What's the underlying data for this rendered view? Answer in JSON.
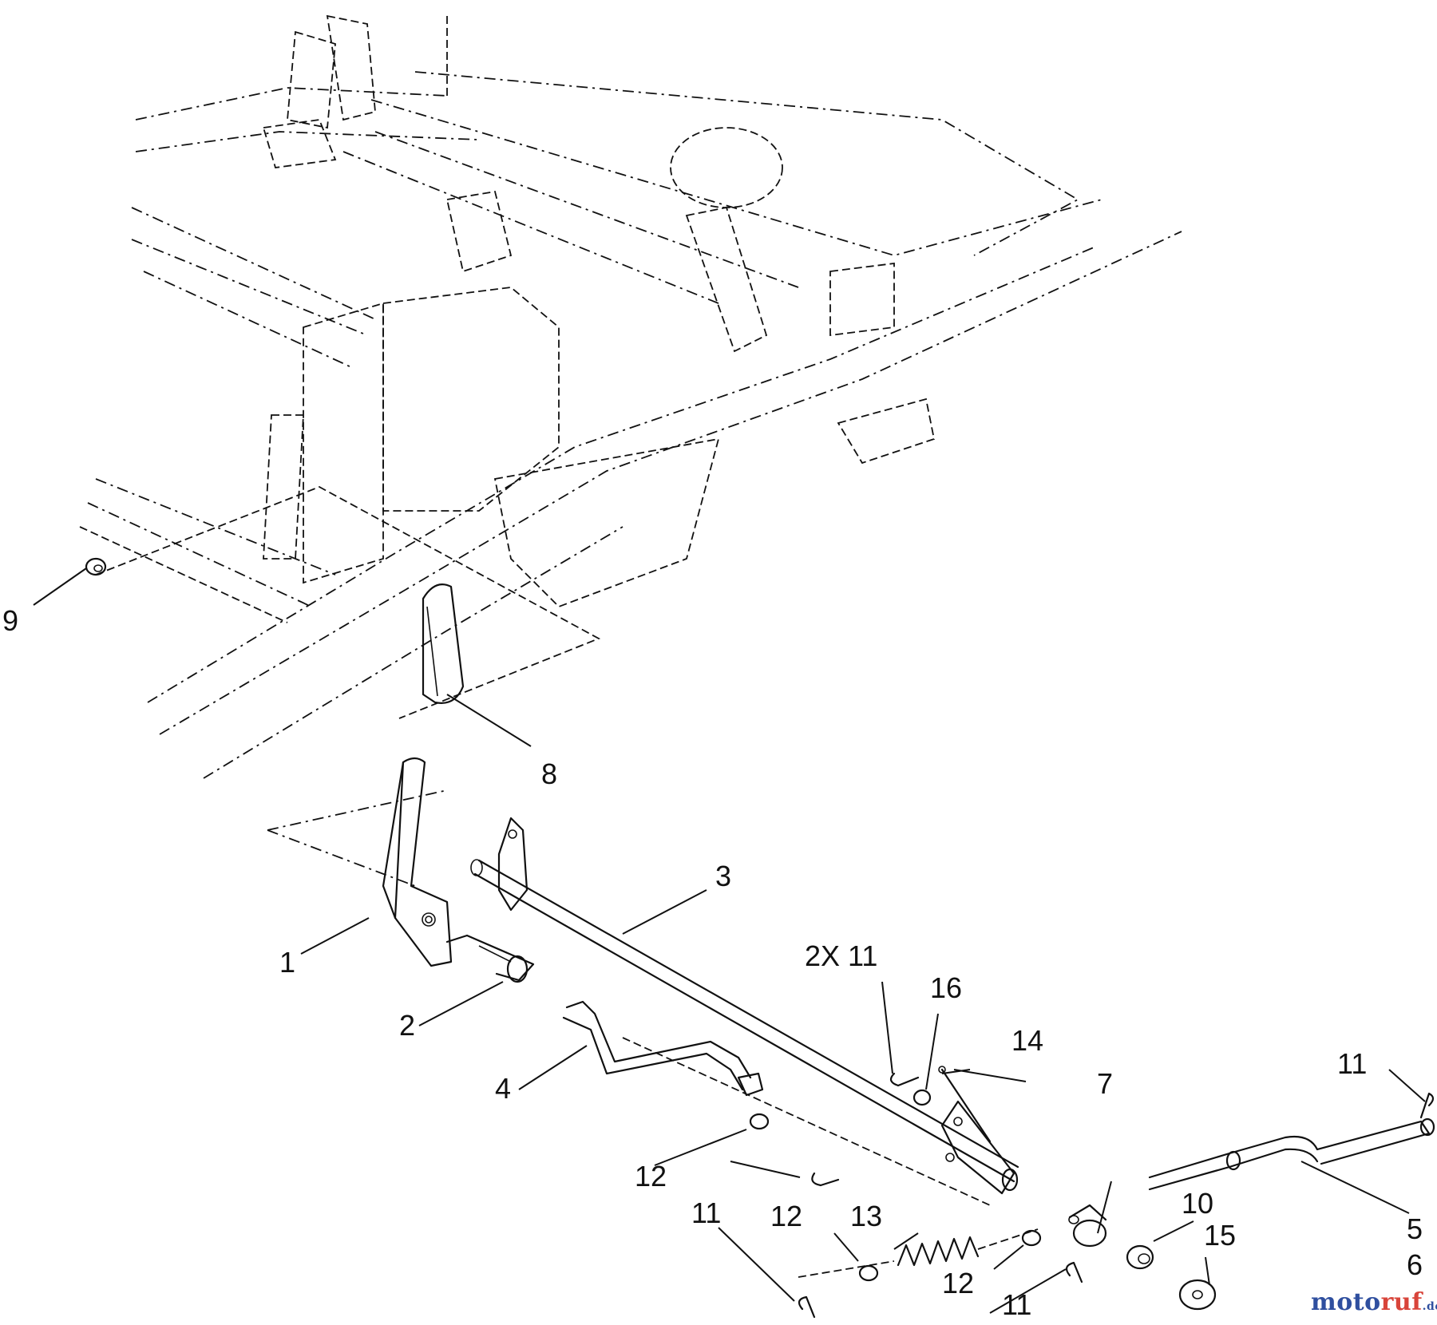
{
  "diagram": {
    "callouts": [
      {
        "id": "1",
        "text": "1"
      },
      {
        "id": "2",
        "text": "2"
      },
      {
        "id": "3",
        "text": "3"
      },
      {
        "id": "4",
        "text": "4"
      },
      {
        "id": "5",
        "text": "5"
      },
      {
        "id": "6",
        "text": "6"
      },
      {
        "id": "7",
        "text": "7"
      },
      {
        "id": "8",
        "text": "8"
      },
      {
        "id": "9",
        "text": "9"
      },
      {
        "id": "10",
        "text": "10"
      },
      {
        "id": "11a",
        "text": "2X 11"
      },
      {
        "id": "11b",
        "text": "11"
      },
      {
        "id": "11c",
        "text": "11"
      },
      {
        "id": "11d",
        "text": "11"
      },
      {
        "id": "11e",
        "text": "11"
      },
      {
        "id": "12a",
        "text": "12"
      },
      {
        "id": "12b",
        "text": "12"
      },
      {
        "id": "12c",
        "text": "12"
      },
      {
        "id": "13",
        "text": "13"
      },
      {
        "id": "14",
        "text": "14"
      },
      {
        "id": "15",
        "text": "15"
      },
      {
        "id": "16",
        "text": "16"
      }
    ]
  },
  "watermark": {
    "part1": "moto",
    "part2": "ruf",
    "part3": ".de",
    "colors": {
      "primary": "#2f4f9f",
      "accent": "#d8443a"
    }
  }
}
